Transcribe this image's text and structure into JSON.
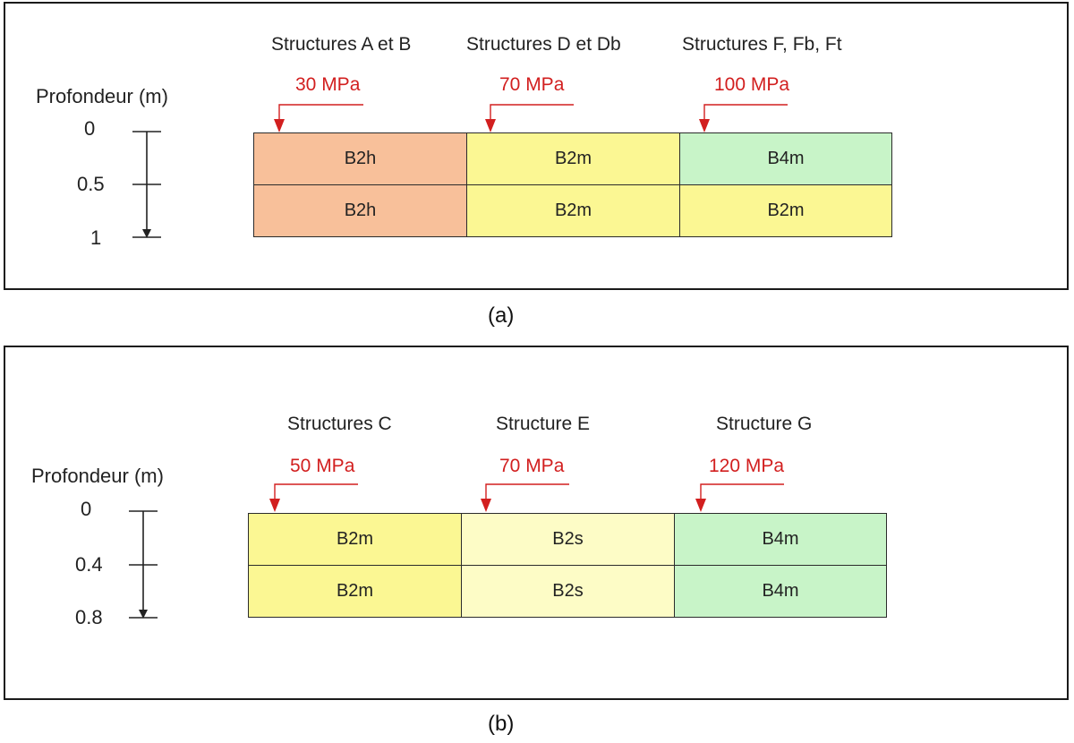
{
  "panels": [
    {
      "depth_label": "Profondeur (m)",
      "depth_ticks": [
        "0",
        "0.5",
        "1"
      ],
      "caption": "(a)",
      "columns": [
        {
          "header": "Structures A et B",
          "pressure": "30 MPa",
          "top": "B2h",
          "bottom": "B2h"
        },
        {
          "header": "Structures D et Db",
          "pressure": "70 MPa",
          "top": "B2m",
          "bottom": "B2m"
        },
        {
          "header": "Structures F, Fb, Ft",
          "pressure": "100 MPa",
          "top": "B4m",
          "bottom": "B2m"
        }
      ]
    },
    {
      "depth_label": "Profondeur (m)",
      "depth_ticks": [
        "0",
        "0.4",
        "0.8"
      ],
      "caption": "(b)",
      "columns": [
        {
          "header": "Structures C",
          "pressure": "50 MPa",
          "top": "B2m",
          "bottom": "B2m"
        },
        {
          "header": "Structure E",
          "pressure": "70 MPa",
          "top": "B2s",
          "bottom": "B2s"
        },
        {
          "header": "Structure G",
          "pressure": "120 MPa",
          "top": "B4m",
          "bottom": "B4m"
        }
      ]
    }
  ],
  "material_colors": {
    "B2h": "#f8c09a",
    "B2m": "#fbf793",
    "B2s": "#fdfcc6",
    "B4m": "#c8f4c8"
  },
  "arrow_color": "#d21f1f"
}
